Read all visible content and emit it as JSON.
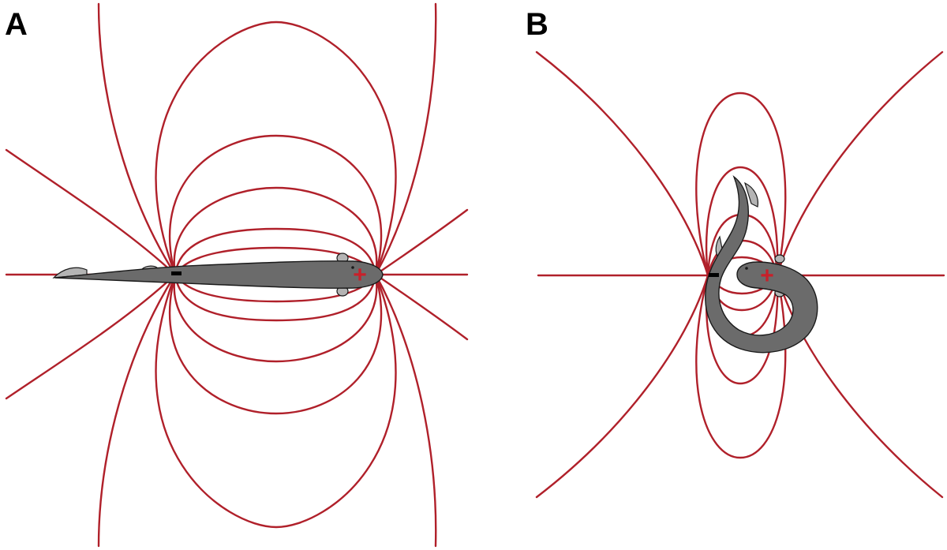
{
  "panels": [
    {
      "id": "A",
      "label": "A",
      "posture": "straight",
      "positive_symbol": "+",
      "negative_symbol": "−"
    },
    {
      "id": "B",
      "label": "B",
      "posture": "curled",
      "positive_symbol": "+",
      "negative_symbol": "−"
    }
  ],
  "colors": {
    "field_line": "#b0202a",
    "fish_body": "#6b6b6b",
    "fish_outline": "#1a1a1a",
    "fin": "#b4b4b4",
    "positive_pole": "#c8202a",
    "negative_pole": "#000000",
    "label": "#000000",
    "background": "#ffffff"
  },
  "icons": {
    "fish": "electric-fish-icon",
    "positive": "plus-sign-icon",
    "negative": "minus-sign-icon"
  }
}
